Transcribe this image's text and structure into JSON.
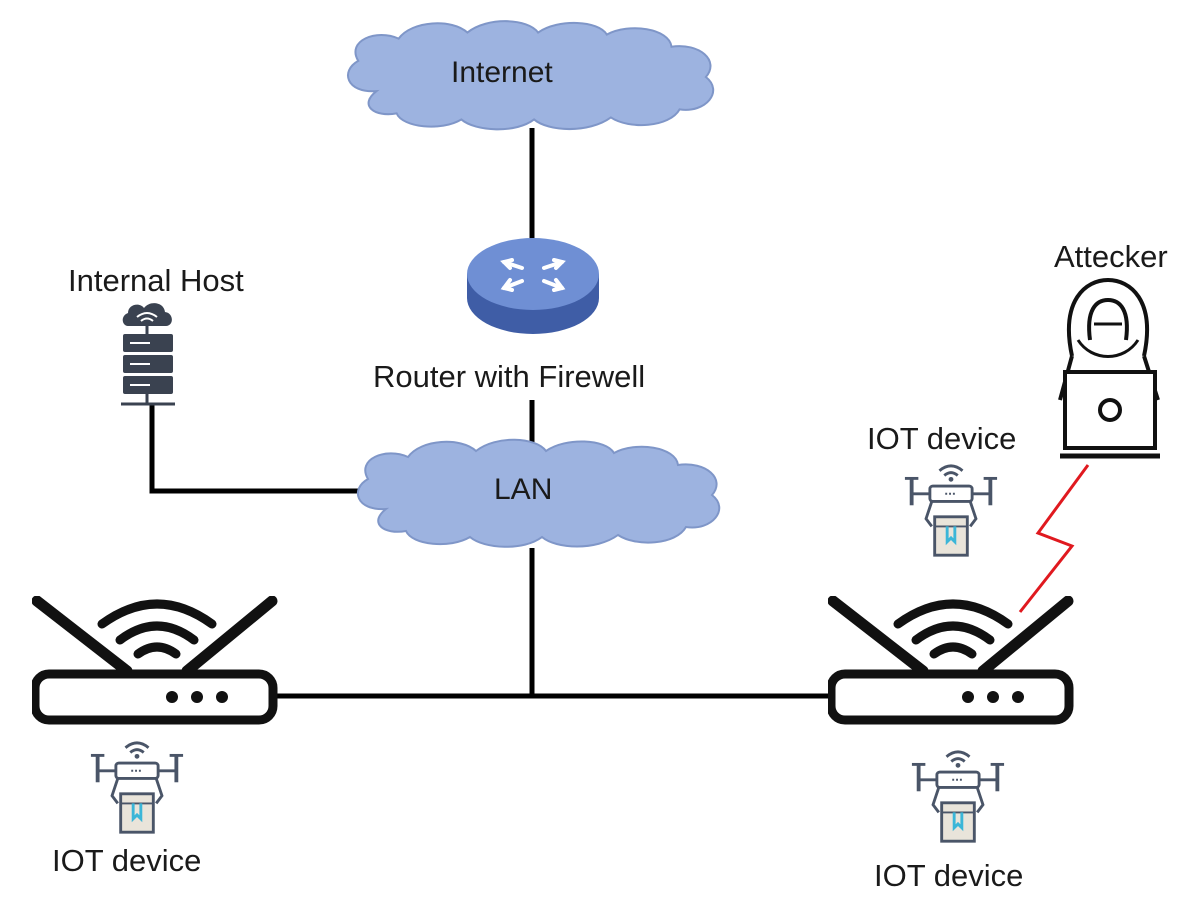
{
  "labels": {
    "internet": "Internet",
    "router": "Router with Firewell",
    "lan": "LAN",
    "internal_host": "Internal Host",
    "attacker": "Attecker",
    "iot_top_right": "IOT device",
    "iot_bottom_left": "IOT device",
    "iot_bottom_right": "IOT device"
  },
  "colors": {
    "cloud_fill": "#9db3e0",
    "cloud_stroke": "#7f96c8",
    "router_top": "#6f8fd4",
    "router_side": "#3f5da6",
    "link": "#000000",
    "attack_link": "#e0191f",
    "drone_stroke": "#4a5568",
    "drone_box": "#e9e4da",
    "drone_accent": "#3bb6d8"
  },
  "icons": {
    "internet": "cloud-icon",
    "lan": "cloud-icon",
    "router": "router-firewall-icon",
    "internal_host": "cloud-server-icon",
    "access_points": "wireless-router-icon",
    "iot_devices": "delivery-drone-icon",
    "attacker": "hooded-hacker-laptop-icon"
  }
}
